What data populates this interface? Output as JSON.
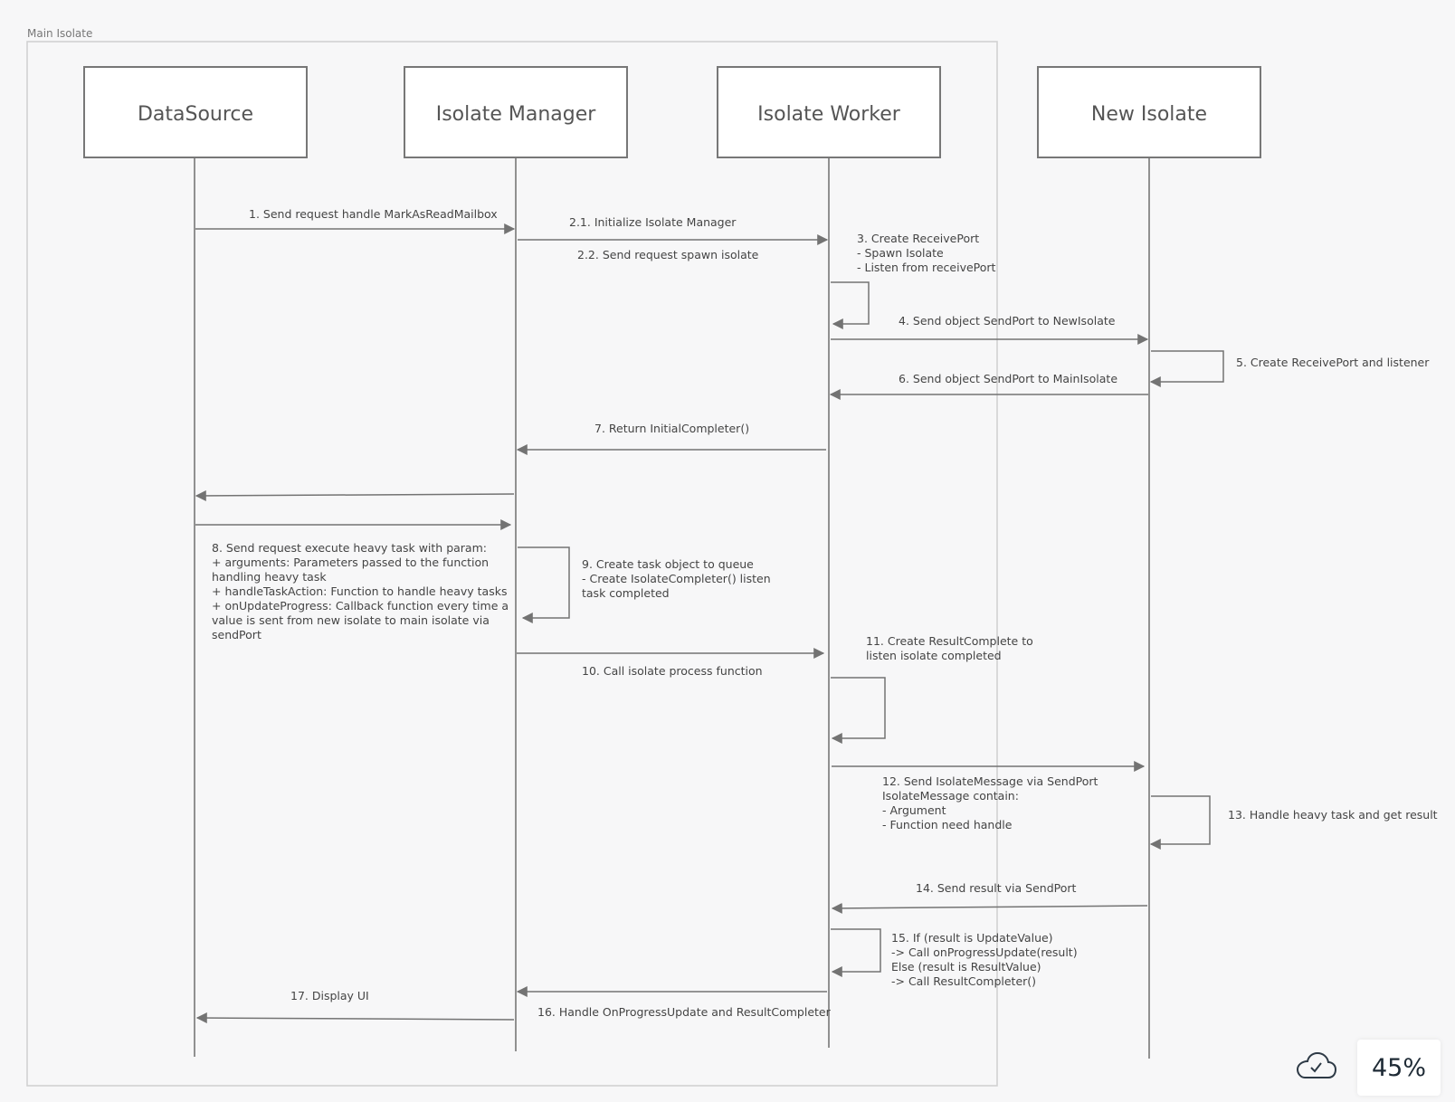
{
  "frame": {
    "label": "Main Isolate"
  },
  "actors": [
    "DataSource",
    "Isolate Manager",
    "Isolate Worker",
    "New Isolate"
  ],
  "messages": {
    "m1": "1. Send request handle MarkAsReadMailbox",
    "m21": "2.1. Initialize Isolate Manager",
    "m22": "2.2. Send request spawn isolate",
    "m3": [
      "3. Create ReceivePort",
      "- Spawn Isolate",
      "- Listen from receivePort"
    ],
    "m4": "4. Send object SendPort to NewIsolate",
    "m5": "5. Create ReceivePort and listener",
    "m6": "6. Send object SendPort to MainIsolate",
    "m7": "7. Return InitialCompleter()",
    "m8": [
      "8. Send request execute heavy task with param:",
      "+ arguments: Parameters passed to the function",
      "handling heavy task",
      "+ handleTaskAction: Function to handle heavy tasks",
      "+ onUpdateProgress: Callback function every time a",
      "value is sent from new isolate to main isolate via",
      "sendPort"
    ],
    "m9": [
      "9. Create task object to queue",
      "- Create IsolateCompleter() listen",
      "task completed"
    ],
    "m10": "10. Call isolate process function",
    "m11": [
      "11. Create ResultComplete to",
      "listen isolate completed"
    ],
    "m12": [
      "12. Send IsolateMessage via SendPort",
      "IsolateMessage contain:",
      "- Argument",
      "- Function need handle"
    ],
    "m13": "13. Handle heavy task and get result",
    "m14": "14. Send result via SendPort",
    "m15": [
      "15. If (result is UpdateValue)",
      "-> Call onProgressUpdate(result)",
      "Else (result is ResultValue)",
      "-> Call ResultCompleter()"
    ],
    "m16": "16. Handle OnProgressUpdate and ResultCompleter",
    "m17": "17. Display UI"
  },
  "status": {
    "zoom": "45%",
    "save_icon": "cloud-check-icon"
  },
  "colors": {
    "line": "#777777",
    "text": "#444444",
    "background": "#f7f7f8"
  }
}
